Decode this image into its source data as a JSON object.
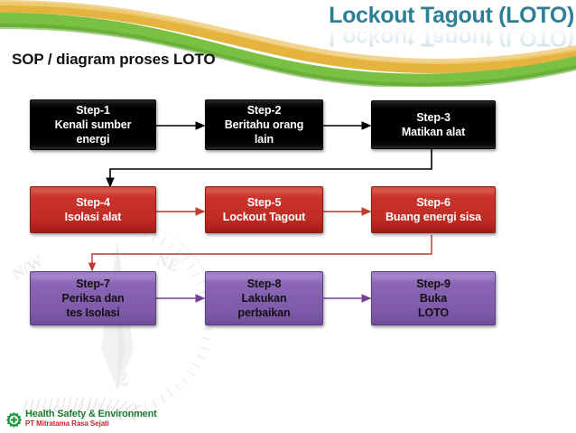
{
  "slide": {
    "title": "Lockout Tagout (LOTO)",
    "title_color": "#2b7f96",
    "subtitle": "SOP / diagram proses LOTO",
    "background": "#ffffff"
  },
  "header": {
    "swoosh_green": "#7ac143",
    "swoosh_gold": "#e5b43f",
    "swoosh_green_dark": "#5da32f"
  },
  "diagram": {
    "type": "flowchart",
    "rows": [
      {
        "name": "row-1",
        "color": "#000000",
        "arrow_color": "#000000",
        "nodes": [
          {
            "step": "Step-1",
            "lines": [
              "Kenali sumber",
              "energi"
            ]
          },
          {
            "step": "Step-2",
            "lines": [
              "Beritahu orang",
              "lain"
            ]
          },
          {
            "step": "Step-3",
            "lines": [
              "Matikan alat"
            ]
          }
        ]
      },
      {
        "name": "row-2",
        "color": "#c22f26",
        "arrow_color": "#c0392b",
        "nodes": [
          {
            "step": "Step-4",
            "lines": [
              "Isolasi alat"
            ]
          },
          {
            "step": "Step-5",
            "lines": [
              "Lockout Tagout"
            ]
          },
          {
            "step": "Step-6",
            "lines": [
              "Buang energi sisa"
            ]
          }
        ]
      },
      {
        "name": "row-3",
        "color": "#8a66b4",
        "arrow_color": "#7a3f9d",
        "nodes": [
          {
            "step": "Step-7",
            "lines": [
              "Periksa dan",
              "tes Isolasi"
            ]
          },
          {
            "step": "Step-8",
            "lines": [
              "Lakukan",
              "perbaikan"
            ]
          },
          {
            "step": "Step-9",
            "lines": [
              "Buka",
              "LOTO"
            ]
          }
        ]
      }
    ]
  },
  "footer": {
    "line1": "Health Safety & Environment",
    "line2": "PT Mitratama Rasa Sejati",
    "line1_color": "#1a7a30",
    "line2_color": "#c0262b"
  }
}
